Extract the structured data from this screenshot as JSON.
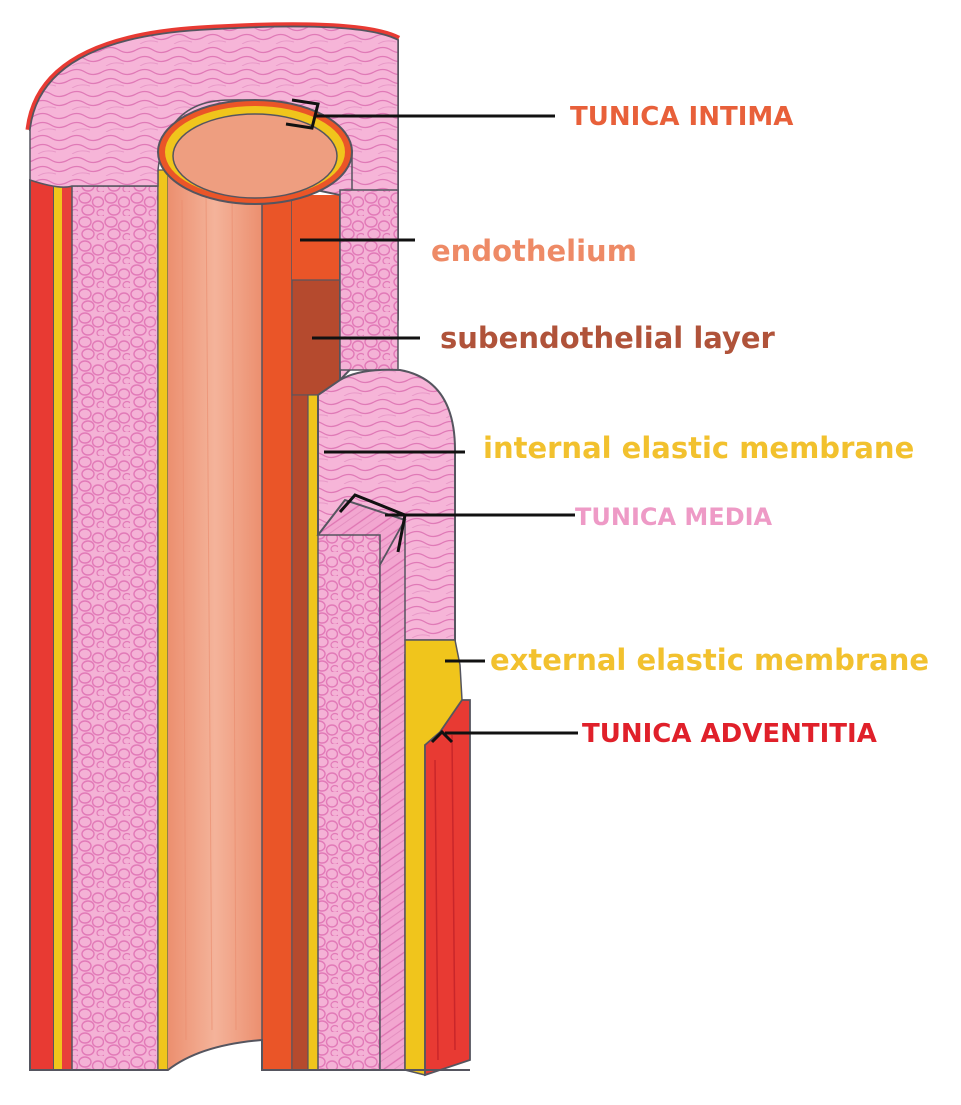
{
  "labels": {
    "tunica_intima": {
      "text": "TUNICA INTIMA",
      "color": "#e8603a"
    },
    "endothelium": {
      "text": "endothelium",
      "color": "#ee8a66"
    },
    "subendothelial": {
      "text": "subendothelial layer",
      "color": "#b0533a"
    },
    "internal_elastic": {
      "text": "internal elastic membrane",
      "color": "#f2c12e"
    },
    "tunica_media": {
      "text": "TUNICA MEDIA",
      "color": "#ee9ac6"
    },
    "external_elastic": {
      "text": "external elastic membrane",
      "color": "#f2c12e"
    },
    "tunica_adventitia": {
      "text": "TUNICA ADVENTITIA",
      "color": "#e0202a"
    }
  },
  "palette": {
    "outline": "#55555f",
    "pink_tissue": "#f2a9d2",
    "pink_fibers": "#e07bb8",
    "red": "#e83a33",
    "orange": "#ea5528",
    "lumen": "#f0a387",
    "brown": "#b54a2e",
    "yellow": "#f0c51c"
  }
}
